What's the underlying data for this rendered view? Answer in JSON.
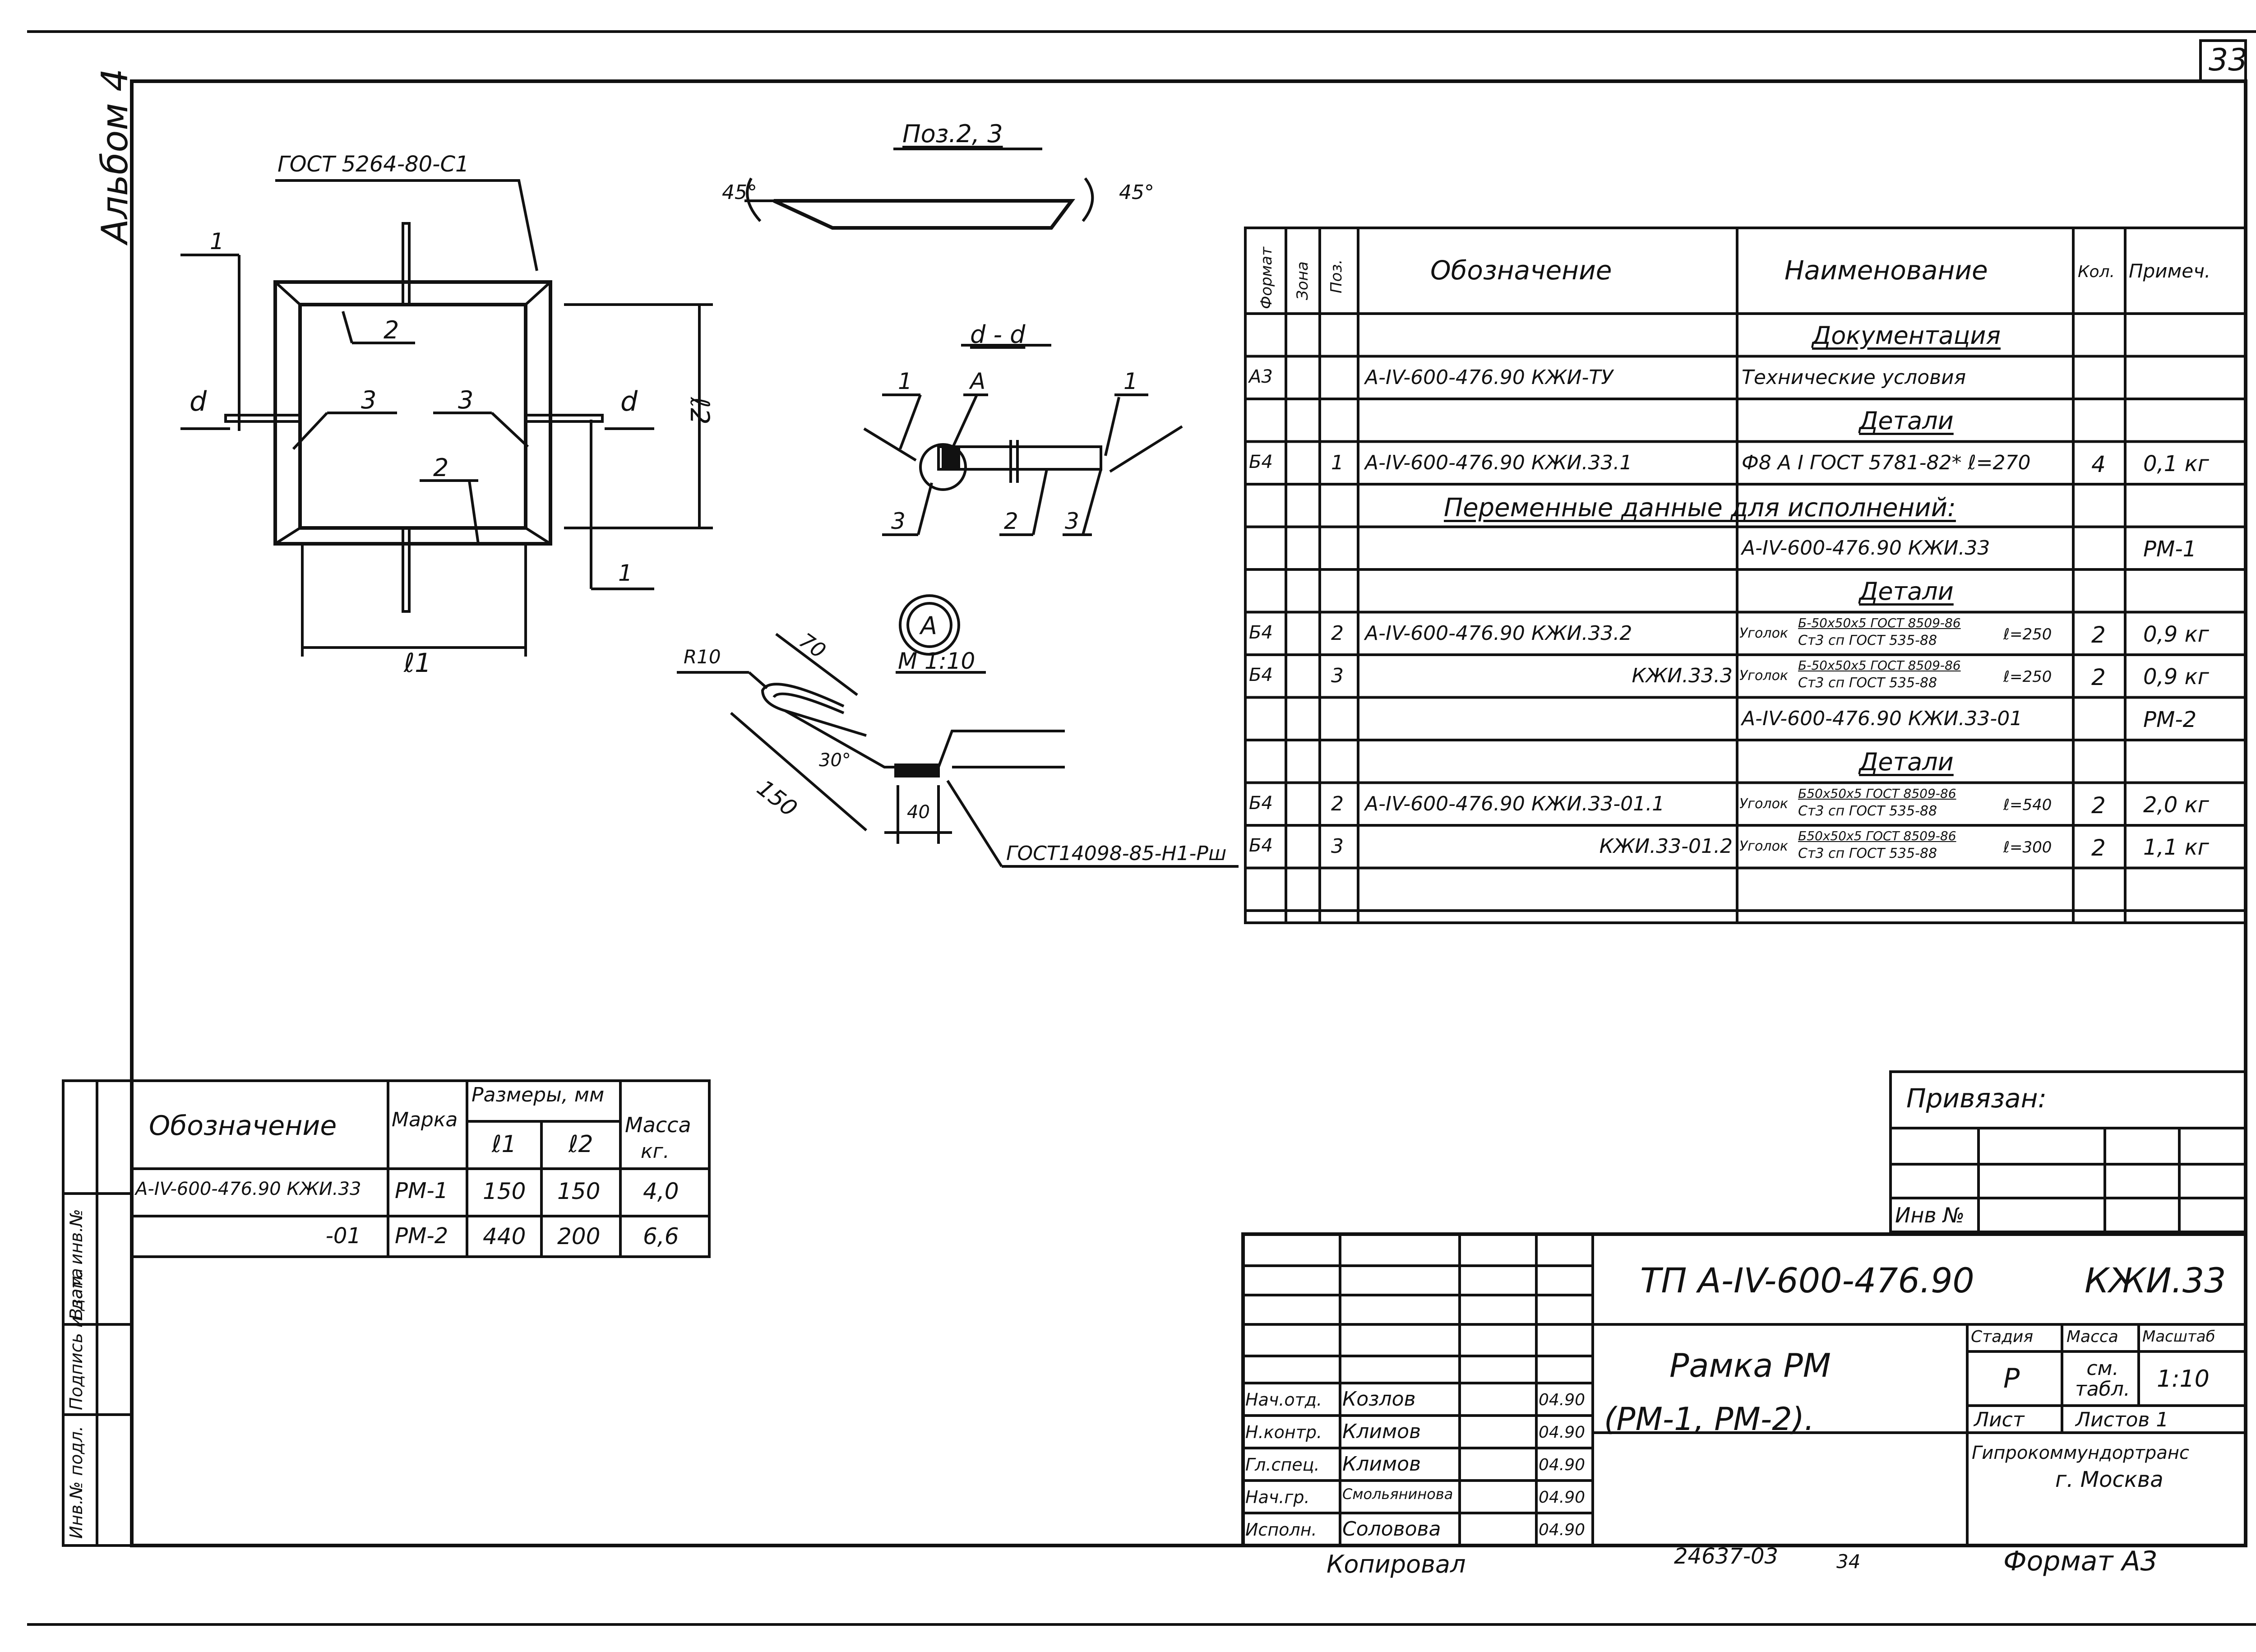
{
  "page": {
    "sheet_number": "33",
    "album": "Альбом 4",
    "copied": "Копировал",
    "doc_code": "24637-03",
    "doc_code_sheet": "34",
    "format": "Формат A3"
  },
  "drawings": {
    "main_view": {
      "gost_label": "ГОСТ 5264-80-С1",
      "section_mark": "1",
      "cut_mark": "d",
      "dim_l1": "ℓ1",
      "dim_l2": "ℓ2",
      "pos_2": "2",
      "pos_3": "3"
    },
    "pos23": {
      "title": "Поз.2, 3",
      "angle_left": "45°",
      "angle_right": "45°"
    },
    "section_dd": {
      "title": "d - d",
      "label_1": "1",
      "label_a": "A",
      "label_3": "3",
      "label_2": "2"
    },
    "node_a": {
      "circle_label": "A",
      "scale": "M 1:10",
      "r10": "R10",
      "dim_70": "70",
      "dim_150": "150",
      "angle_30": "30°",
      "dim_40": "40",
      "gost_weld": "ГОСТ14098-85-Н1-Рш"
    }
  },
  "spec": {
    "headers": {
      "format": "Формат",
      "zone": "Зона",
      "pos": "Поз.",
      "designation": "Обозначение",
      "name": "Наименование",
      "qty": "Кол.",
      "note": "Примеч."
    },
    "rows": [
      {
        "format": "",
        "zone": "",
        "pos": "",
        "designation": "",
        "name": "Документация",
        "name_heading": true,
        "qty": "",
        "note": ""
      },
      {
        "format": "А3",
        "zone": "",
        "pos": "",
        "designation": "А-IV-600-476.90 КЖИ-ТУ",
        "name": "Технические условия",
        "qty": "",
        "note": ""
      },
      {
        "format": "",
        "zone": "",
        "pos": "",
        "designation": "",
        "name": "Детали",
        "name_heading": true,
        "qty": "",
        "note": ""
      },
      {
        "format": "Б4",
        "zone": "",
        "pos": "1",
        "designation": "А-IV-600-476.90 КЖИ.33.1",
        "name": "Ф8 А I ГОСТ 5781-82* ℓ=270",
        "qty": "4",
        "note": "0,1 кг"
      },
      {
        "format": "",
        "zone": "",
        "pos": "",
        "span_text": "Переменные данные для исполнений:",
        "qty": "",
        "note": ""
      },
      {
        "format": "",
        "zone": "",
        "pos": "",
        "designation": "",
        "name": "А-IV-600-476.90 КЖИ.33",
        "qty": "",
        "note": "РМ-1"
      },
      {
        "format": "",
        "zone": "",
        "pos": "",
        "designation": "",
        "name": "Детали",
        "name_heading": true,
        "qty": "",
        "note": ""
      },
      {
        "format": "Б4",
        "zone": "",
        "pos": "2",
        "designation": "А-IV-600-476.90   КЖИ.33.2",
        "name_prefix": "Уголок",
        "name_top": "Б-50х50х5 ГОСТ 8509-86",
        "name_bottom": "Ст3 сп ГОСТ 535-88",
        "name_suffix": "ℓ=250",
        "qty": "2",
        "note": "0,9 кг"
      },
      {
        "format": "Б4",
        "zone": "",
        "pos": "3",
        "designation": "КЖИ.33.3",
        "name_prefix": "Уголок",
        "name_top": "Б-50х50х5 ГОСТ 8509-86",
        "name_bottom": "Ст3 сп ГОСТ 535-88",
        "name_suffix": "ℓ=250",
        "qty": "2",
        "note": "0,9 кг"
      },
      {
        "format": "",
        "zone": "",
        "pos": "",
        "designation": "",
        "name": "А-IV-600-476.90 КЖИ.33-01",
        "qty": "",
        "note": "РМ-2"
      },
      {
        "format": "",
        "zone": "",
        "pos": "",
        "designation": "",
        "name": "Детали",
        "name_heading": true,
        "qty": "",
        "note": ""
      },
      {
        "format": "Б4",
        "zone": "",
        "pos": "2",
        "designation": "А-IV-600-476.90   КЖИ.33-01.1",
        "name_prefix": "Уголок",
        "name_top": "Б50х50х5 ГОСТ 8509-86",
        "name_bottom": "Ст3 сп ГОСТ 535-88",
        "name_suffix": "ℓ=540",
        "qty": "2",
        "note": "2,0 кг"
      },
      {
        "format": "Б4",
        "zone": "",
        "pos": "3",
        "designation": "КЖИ.33-01.2",
        "name_prefix": "Уголок",
        "name_top": "Б50х50х5 ГОСТ 8509-86",
        "name_bottom": "Ст3 сп ГОСТ 535-88",
        "name_suffix": "ℓ=300",
        "qty": "2",
        "note": "1,1 кг"
      },
      {
        "format": "",
        "zone": "",
        "pos": "",
        "designation": "",
        "name": "",
        "qty": "",
        "note": ""
      }
    ]
  },
  "variants": {
    "headers": {
      "designation": "Обозначение",
      "mark": "Марка",
      "sizes": "Размеры, мм",
      "l1": "ℓ1",
      "l2": "ℓ2",
      "mass": "Масса",
      "mass_unit": "кг."
    },
    "rows": [
      {
        "designation": "А-IV-600-476.90 КЖИ.33",
        "mark": "РМ-1",
        "l1": "150",
        "l2": "150",
        "mass": "4,0"
      },
      {
        "designation": "-01",
        "mark": "РМ-2",
        "l1": "440",
        "l2": "200",
        "mass": "6,6"
      }
    ]
  },
  "side_strip": [
    "Инв.№ подл.",
    "Подпись и дата",
    "Взам. инв.№"
  ],
  "privyazan": {
    "label": "Привязан:",
    "inv": "Инв №"
  },
  "title_block": {
    "code": "ТП А-IV-600-476.90",
    "code_suffix": "КЖИ.33",
    "title_line1": "Рамка  РМ",
    "title_line2": "(РМ-1,  РМ-2).",
    "stage_label": "Стадия",
    "mass_label": "Масса",
    "scale_label": "Масштаб",
    "stage": "Р",
    "mass_value": "см. табл.",
    "scale_value": "1:10",
    "sheet_label": "Лист",
    "sheets_label": "Листов 1",
    "org_line1": "Гипрокоммундортранс",
    "org_line2": "г. Москва",
    "signatures": [
      {
        "role": "Нач.отд.",
        "name": "Козлов",
        "date": "04.90"
      },
      {
        "role": "Н.контр.",
        "name": "Климов",
        "date": "04.90"
      },
      {
        "role": "Гл.спец.",
        "name": "Климов",
        "date": "04.90"
      },
      {
        "role": "Нач.гр.",
        "name": "Смольянинова",
        "date": "04.90"
      },
      {
        "role": "Исполн.",
        "name": "Соловова",
        "date": "04.90"
      }
    ]
  }
}
